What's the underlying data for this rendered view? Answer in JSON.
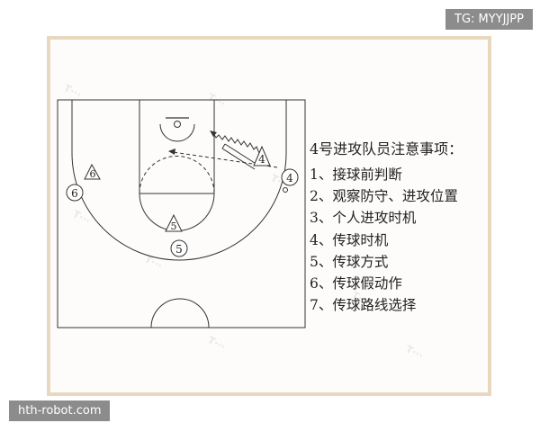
{
  "diagram": {
    "title": "4号进攻队员注意事项：",
    "items": [
      "1、接球前判断",
      "2、观察防守、进攻位置",
      "3、个人进攻时机",
      "4、传球时机",
      "5、传球方式",
      "6、传球假动作",
      "7、传球路线选择"
    ],
    "players": {
      "offense_4": "4",
      "defense_4": "4",
      "defense_6": "6",
      "offense_6": "6",
      "defense_5": "5",
      "offense_5": "5"
    }
  },
  "tags": {
    "top_right": "TG: MYYJJPP",
    "bottom_left": "hth-robot.com"
  }
}
